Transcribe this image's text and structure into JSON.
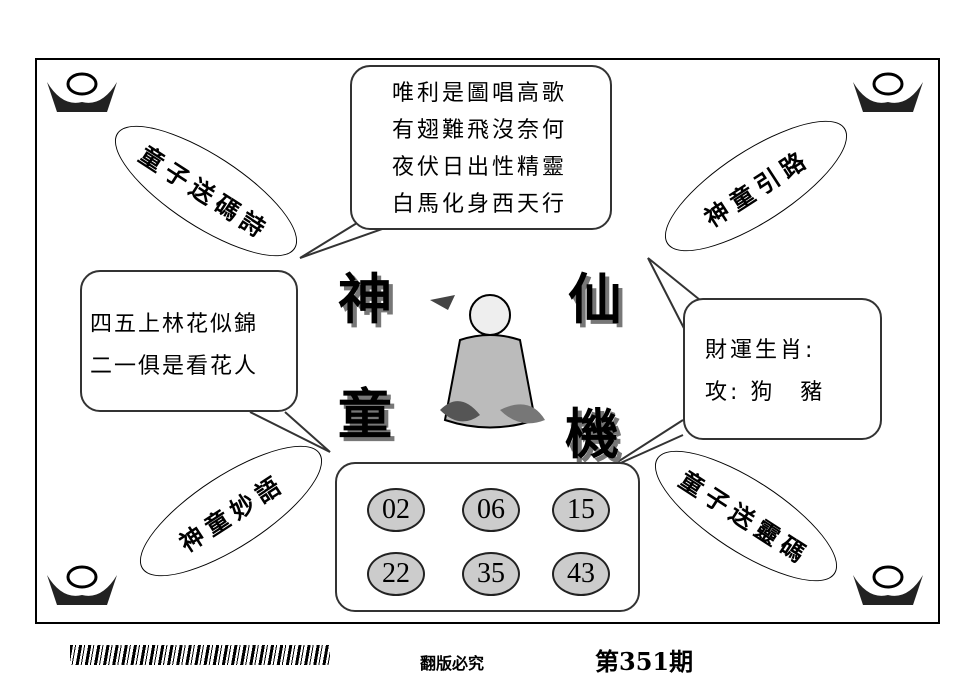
{
  "poem": {
    "lines": [
      "唯利是圖唱高歌",
      "有翅難飛沒奈何",
      "夜伏日出性精靈",
      "白馬化身西天行"
    ]
  },
  "left_box": {
    "lines": [
      "四五上林花似錦",
      "二一俱是看花人"
    ]
  },
  "right_box": {
    "title": "財運生肖:",
    "value": "攻: 狗　豬"
  },
  "ellipses": {
    "top_left": "童子送碼詩",
    "top_right": "神童引路",
    "bottom_left": "神童妙語",
    "bottom_right": "童子送靈碼"
  },
  "title_chars": [
    "神",
    "仙",
    "童",
    "機"
  ],
  "numbers": [
    "02",
    "06",
    "15",
    "22",
    "35",
    "43"
  ],
  "footer": {
    "notice": "翻版必究",
    "issue": "第351期"
  }
}
